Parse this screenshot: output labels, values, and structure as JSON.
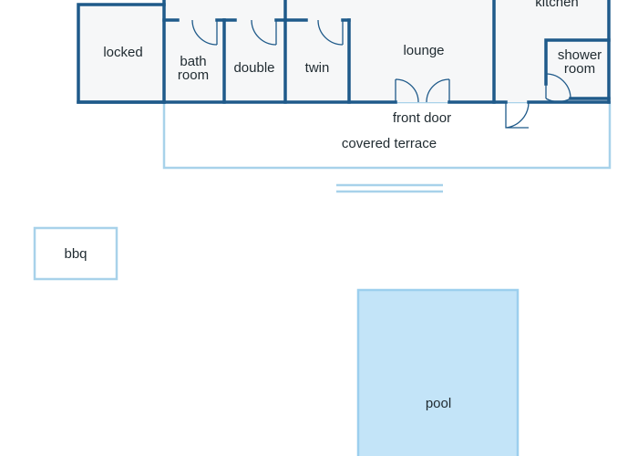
{
  "floor_plan": {
    "rooms": {
      "locked": "locked",
      "bathroom_line1": "bath",
      "bathroom_line2": "room",
      "double": "double",
      "twin": "twin",
      "lounge": "lounge",
      "kitchen": "kitchen",
      "shower_line1": "shower",
      "shower_line2": "room"
    },
    "labels": {
      "front_door": "front door",
      "covered_terrace": "covered terrace",
      "bbq": "bbq",
      "pool": "pool"
    },
    "colors": {
      "wall": "#1f5a8a",
      "room_fill": "#f6f7f8",
      "outline": "#a8d2ea",
      "pool_fill": "#c3e4f8",
      "pool_border": "#9ccfee",
      "text": "#1f2a30"
    }
  }
}
